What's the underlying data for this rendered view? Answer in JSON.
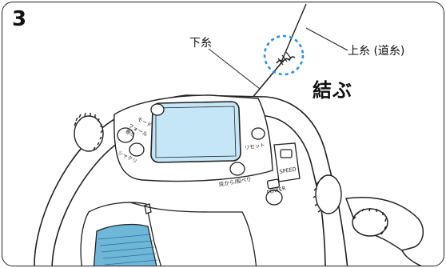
{
  "step": {
    "number": "3"
  },
  "labels": {
    "lower_line": "下糸",
    "upper_line": "上糸 (道糸)",
    "tie": "結ぶ"
  },
  "device_buttons": {
    "mode": "モード",
    "fall_speed": "フォール 巻き",
    "jerk": "シャクリ",
    "reset": "リセット",
    "speed": "SPEED",
    "bottom_depth": "底から/船べり",
    "power": "POWER"
  },
  "colors": {
    "lcd": "#c4e6f7",
    "knot_highlight": "#2f8fd8",
    "spool": "#6fb7d8"
  }
}
